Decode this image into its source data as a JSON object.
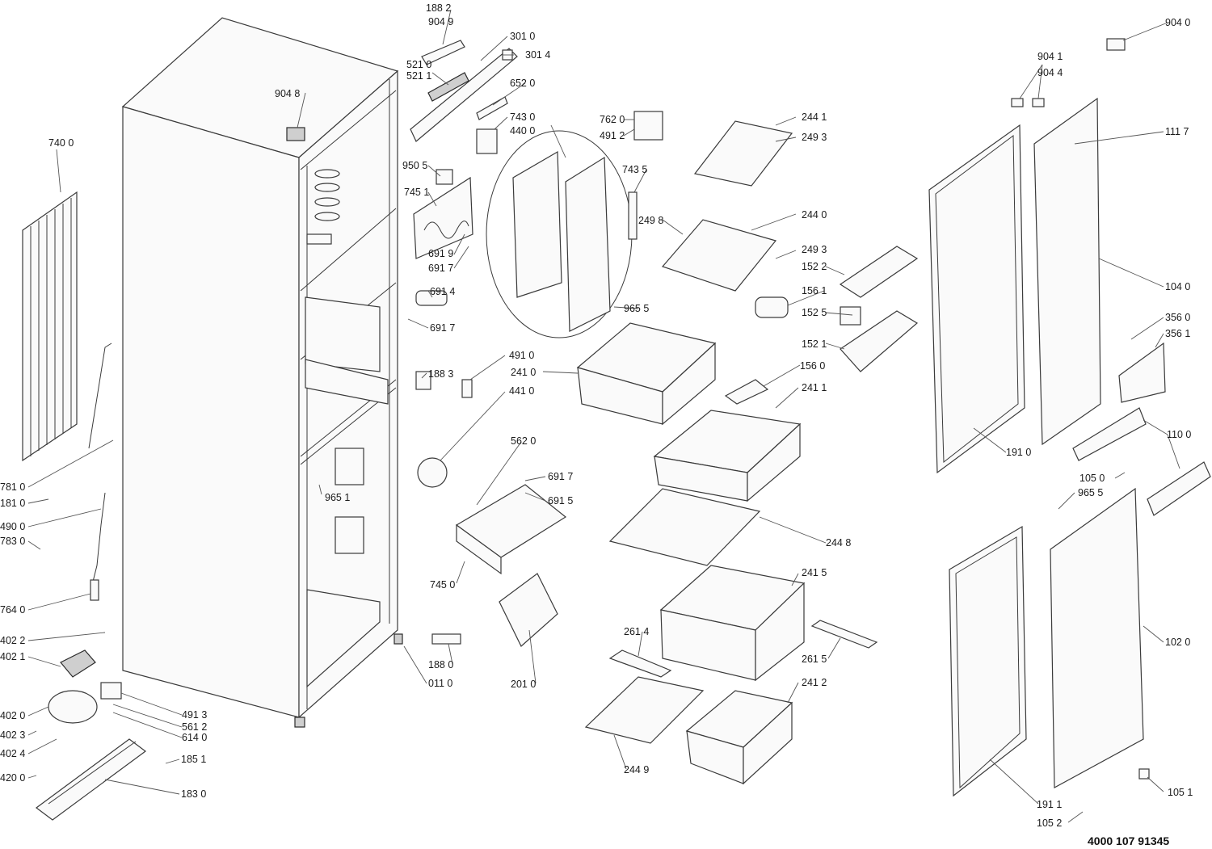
{
  "document_number": "4000 107 91345",
  "labels": {
    "p1882": "188 2",
    "p9049": "904 9",
    "p3010": "301 0",
    "p3014": "301 4",
    "p5210": "521 0",
    "p5211": "521 1",
    "p6520": "652 0",
    "p9048": "904 8",
    "p7430": "743 0",
    "p4400": "440 0",
    "p7620": "762 0",
    "p4912": "491 2",
    "p2441": "244 1",
    "p2493a": "249 3",
    "p9505": "950 5",
    "p7451": "745 1",
    "p7435": "743 5",
    "p2498": "249 8",
    "p2440": "244 0",
    "p2493b": "249 3",
    "p1522": "152 2",
    "p6919": "691 9",
    "p6917a": "691 7",
    "p6914": "691 4",
    "p6917b": "691 7",
    "p9655a": "965 5",
    "p1561": "156 1",
    "p1525": "152 5",
    "p1521": "152 1",
    "p7400": "740 0",
    "p4910": "491 0",
    "p2410": "241 0",
    "p1883": "188 3",
    "p4410": "441 0",
    "p1560": "156 0",
    "p2411": "241 1",
    "p5620": "562 0",
    "p6917c": "691 7",
    "p6915": "691 5",
    "p9651": "965 1",
    "p7810": "781 0",
    "p1810": "181 0",
    "p4900": "490 0",
    "p7830": "783 0",
    "p7450": "745 0",
    "p2448": "244 8",
    "p7640": "764 0",
    "p2415": "241 5",
    "p2614": "261 4",
    "p2615": "261 5",
    "p4022": "402 2",
    "p4021": "402 1",
    "p1880": "188 0",
    "p0110": "011 0",
    "p2010": "201 0",
    "p2412": "241 2",
    "p4913": "491 3",
    "p5612": "561 2",
    "p6140": "614 0",
    "p4020": "402 0",
    "p4023": "402 3",
    "p4024": "402 4",
    "p1851": "185 1",
    "p4200": "420 0",
    "p1830": "183 0",
    "p2449": "244 9",
    "p9040": "904 0",
    "p9041": "904 1",
    "p9044": "904 4",
    "p1117": "111 7",
    "p1040": "104 0",
    "p3560": "356 0",
    "p3561": "356 1",
    "p1100": "110 0",
    "p1910": "191 0",
    "p1050": "105 0",
    "p9655b": "965 5",
    "p1020": "102 0",
    "p1911": "191 1",
    "p1051": "105 1",
    "p1052": "105 2"
  }
}
